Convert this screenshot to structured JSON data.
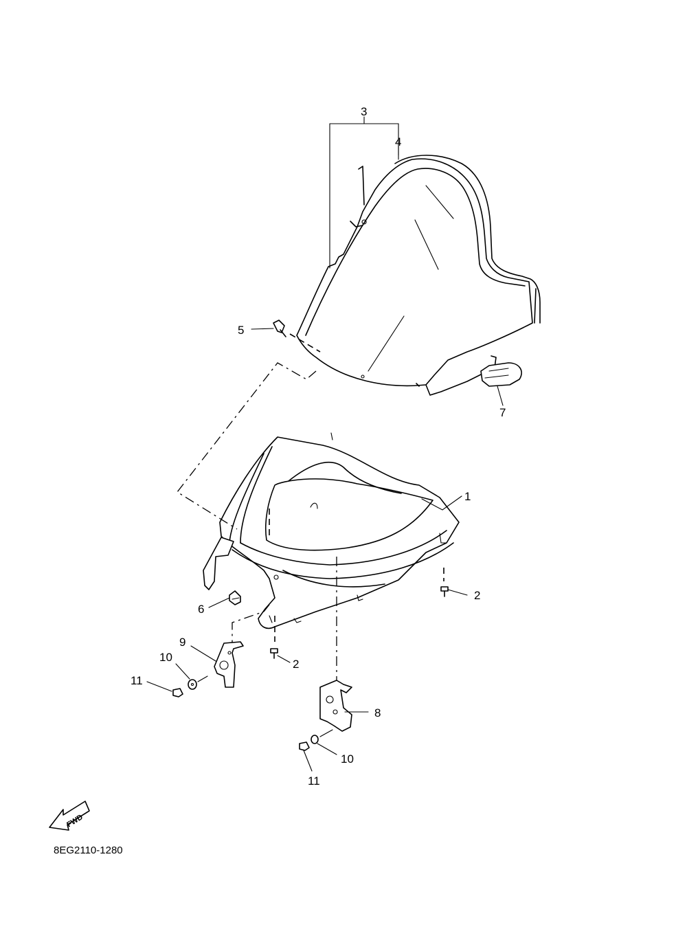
{
  "diagram": {
    "callouts": {
      "c1": "1",
      "c2a": "2",
      "c2b": "2",
      "c3": "3",
      "c4": "4",
      "c5": "5",
      "c6": "6",
      "c7": "7",
      "c8": "8",
      "c9": "9",
      "c10a": "10",
      "c10b": "10",
      "c11a": "11",
      "c11b": "11"
    },
    "fwd_label": "FWD",
    "drawing_code": "8EG2110-1280"
  }
}
